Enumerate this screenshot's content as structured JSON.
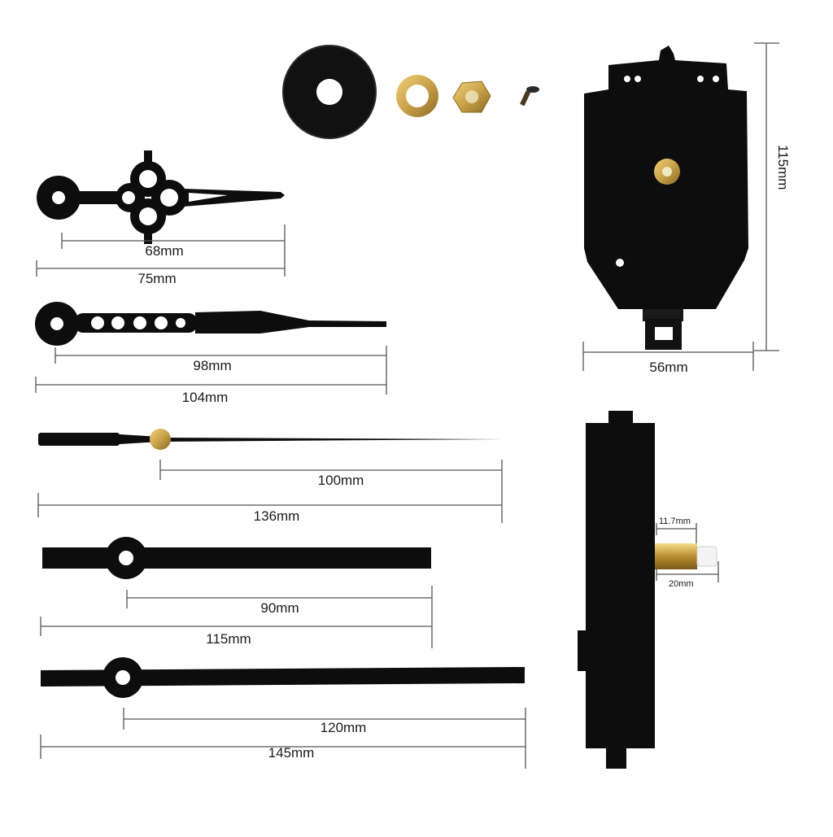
{
  "dimensions": {
    "hand_pair_1": {
      "shaft": "68mm",
      "overall": "75mm"
    },
    "hand_pair_2": {
      "shaft": "98mm",
      "overall": "104mm"
    },
    "second_hand": {
      "shaft": "100mm",
      "overall": "136mm"
    },
    "straight_hand_1": {
      "shaft": "90mm",
      "overall": "115mm"
    },
    "straight_hand_2": {
      "shaft": "120mm",
      "overall": "145mm"
    },
    "movement": {
      "height": "115mm",
      "width": "56mm"
    },
    "shaft": {
      "thread": "11.7mm",
      "length": "20mm"
    }
  },
  "colors": {
    "part": "#0d0d0d",
    "brass": "#c9a24a",
    "line": "#555555",
    "text": "#1a1a1a"
  }
}
